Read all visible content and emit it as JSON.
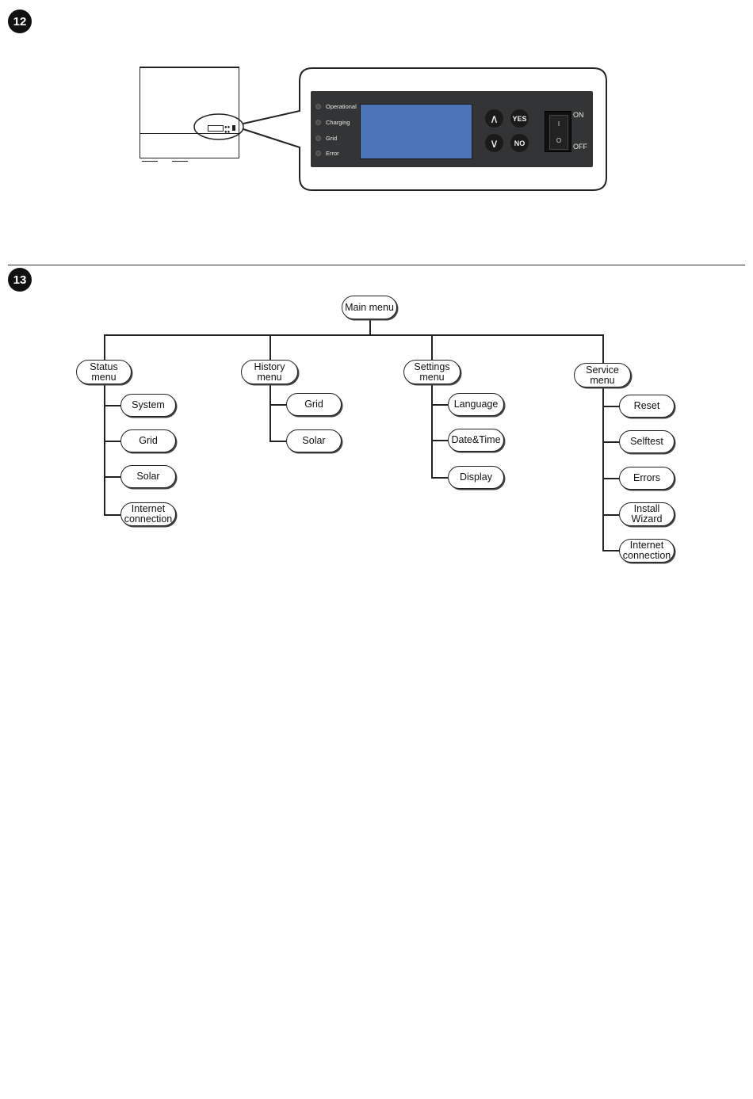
{
  "figures": {
    "top_number": "12",
    "bottom_number": "13"
  },
  "panel": {
    "leds": [
      "Operational",
      "Charging",
      "Grid",
      "Error"
    ],
    "buttons": {
      "up": "∧",
      "down": "∨",
      "yes": "YES",
      "no": "NO"
    },
    "switch": {
      "on_symbol": "I",
      "off_symbol": "O",
      "on_label": "ON",
      "off_label": "OFF"
    }
  },
  "tree": {
    "root": "Main menu",
    "status": {
      "label": "Status\nmenu",
      "items": [
        "System",
        "Grid",
        "Solar",
        "Internet\nconnection"
      ]
    },
    "history": {
      "label": "History\nmenu",
      "items": [
        "Grid",
        "Solar"
      ]
    },
    "settings": {
      "label": "Settings\nmenu",
      "items": [
        "Language",
        "Date&Time",
        "Display"
      ]
    },
    "service": {
      "label": "Service\nmenu",
      "items": [
        "Reset",
        "Selftest",
        "Errors",
        "Install\nWizard",
        "Internet\nconnection"
      ]
    }
  }
}
